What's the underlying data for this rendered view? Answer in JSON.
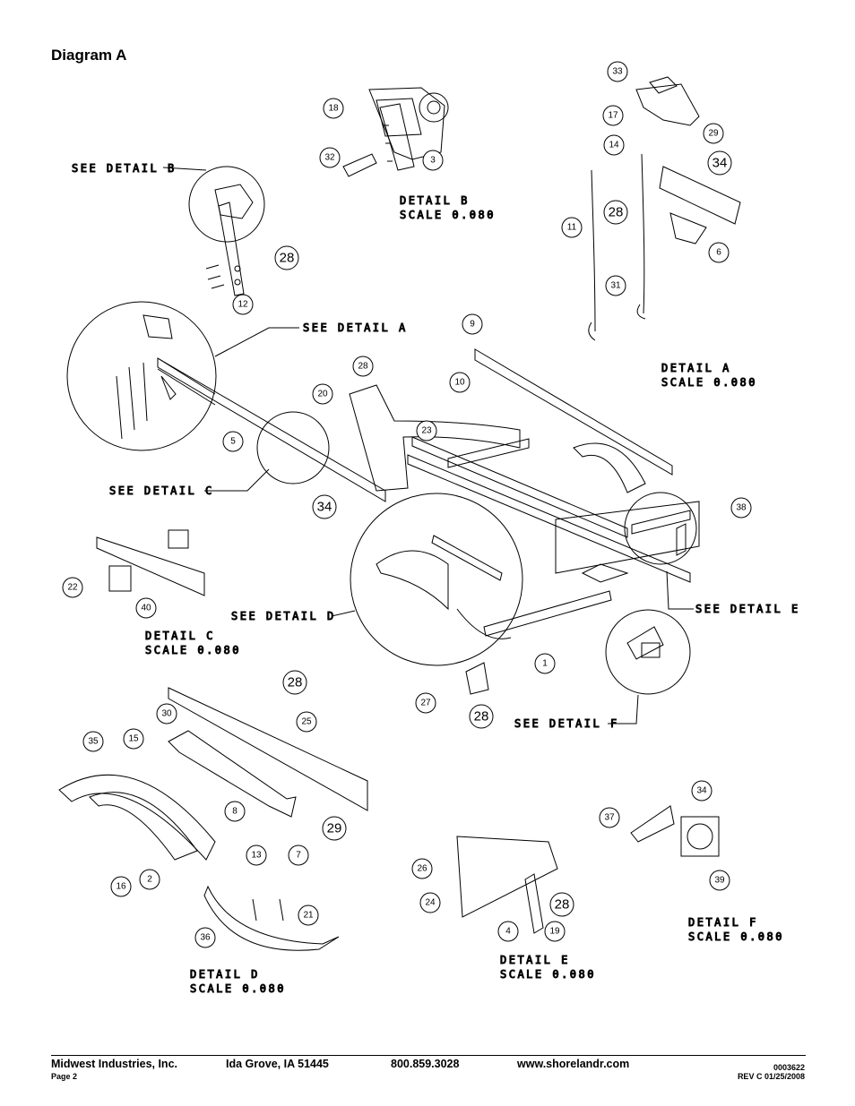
{
  "title": "Diagram A",
  "footer": {
    "company": "Midwest Industries, Inc.",
    "city": "Ida Grove, IA  51445",
    "phone": "800.859.3028",
    "web": "www.shorelandr.com",
    "page": "Page 2",
    "doc_number": "0003622",
    "revision": "REV  C  01/25/2008"
  },
  "callouts": {
    "see_a": "SEE DETAIL  A",
    "see_b": "SEE DETAIL  B",
    "see_c": "SEE DETAIL  C",
    "see_d": "SEE DETAIL  D",
    "see_e": "SEE DETAIL  E",
    "see_f": "SEE DETAIL  F"
  },
  "details": {
    "a": [
      "DETAIL  A",
      "SCALE  0.080"
    ],
    "b": [
      "DETAIL  B",
      "SCALE  0.080"
    ],
    "c": [
      "DETAIL  C",
      "SCALE  0.080"
    ],
    "d": [
      "DETAIL  D",
      "SCALE  0.080"
    ],
    "e": [
      "DETAIL  E",
      "SCALE  0.080"
    ],
    "f": [
      "DETAIL  F",
      "SCALE  0.080"
    ]
  },
  "parts": [
    "1",
    "2",
    "3",
    "4",
    "5",
    "6",
    "7",
    "8",
    "9",
    "10",
    "11",
    "12",
    "13",
    "14",
    "15",
    "16",
    "17",
    "18",
    "19",
    "20",
    "21",
    "22",
    "23",
    "24",
    "25",
    "26",
    "27",
    "28",
    "29",
    "30",
    "31",
    "32",
    "33",
    "34",
    "35",
    "36",
    "37",
    "38",
    "39",
    "40"
  ]
}
